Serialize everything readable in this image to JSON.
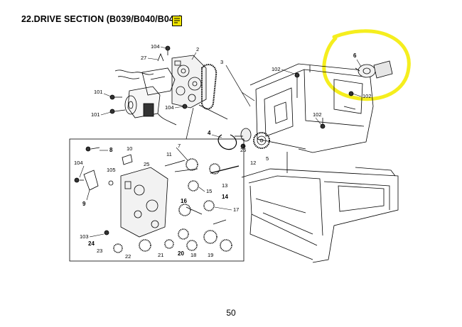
{
  "header": {
    "title": "22.DRIVE SECTION (B039/B040/B043)"
  },
  "icons": {
    "note": "note-icon"
  },
  "colors": {
    "highlight": "#f5ee1e",
    "note_icon": "#f2e600"
  },
  "callouts": {
    "c104a": "104",
    "c27": "27",
    "c2": "2",
    "c3": "3",
    "c101a": "101",
    "c101b": "101",
    "c104b": "104",
    "c102a": "102",
    "c6": "6",
    "c102b": "102",
    "c102c": "102",
    "c4": "4",
    "c26": "26",
    "c5": "5",
    "c7": "7",
    "c8": "8",
    "c10": "10",
    "c11": "11",
    "c12": "12",
    "c104c": "104",
    "c105": "105",
    "c25": "25",
    "c9": "9",
    "c15": "15",
    "c13": "13",
    "c14": "14",
    "c16": "16",
    "c17": "17",
    "c103": "103",
    "c24": "24",
    "c23": "23",
    "c22": "22",
    "c21": "21",
    "c20": "20",
    "c18": "18",
    "c19": "19"
  },
  "footer": {
    "page_number": "50"
  }
}
